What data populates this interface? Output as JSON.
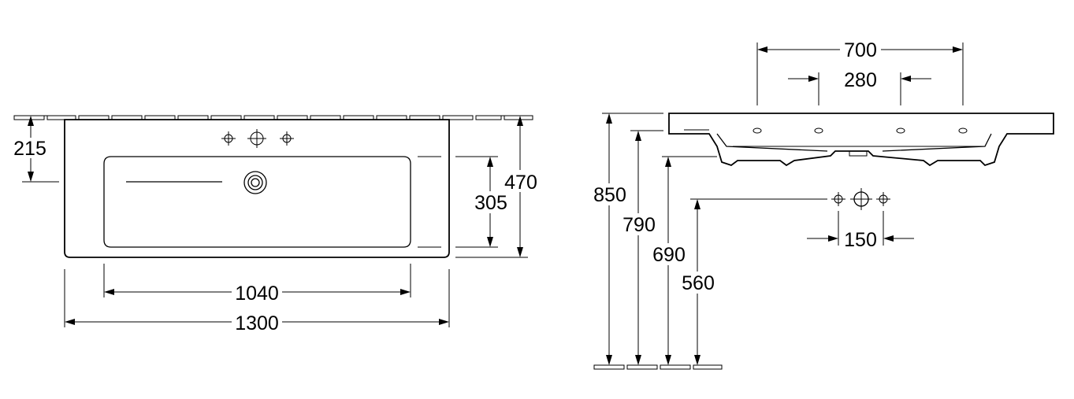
{
  "plan_view": {
    "dim_overall_width": "1300",
    "dim_bowl_width": "1040",
    "dim_tap_depth": "215",
    "dim_overall_depth": "470",
    "dim_bowl_depth": "305"
  },
  "side_view": {
    "dim_outer_holes": "700",
    "dim_inner_holes": "280",
    "dim_top_height": "850",
    "dim_rim_height": "790",
    "dim_bowl_bottom_height": "690",
    "dim_waste_height": "560",
    "dim_waste_spacing": "150"
  },
  "icons": [
    "tap-hole-icon",
    "overflow-icon",
    "waste-icon"
  ]
}
